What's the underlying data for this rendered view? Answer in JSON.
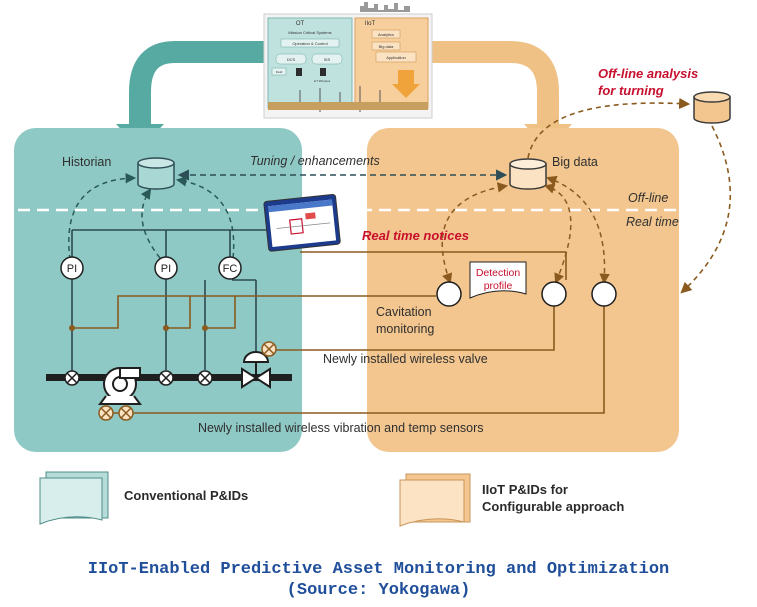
{
  "colors": {
    "conventional_panel": "#8fc9c5",
    "iiot_panel": "#f3c68f",
    "teal_arrow": "#57aaa2",
    "orange_arrow": "#efc184",
    "alert_red": "#c8102e",
    "signal_brown": "#8a5a1e",
    "caption_blue": "#1f4e9a"
  },
  "top_image": {
    "ot_label": "OT",
    "iiot_label": "IIoT",
    "ot_items": [
      "Mission Critical Systems",
      "Operation & Control",
      "DCS",
      "SIS",
      "Field",
      "IoT Wireless"
    ],
    "iiot_items": [
      "Analytics",
      "Big data",
      "Application"
    ]
  },
  "labels": {
    "historian": "Historian",
    "big_data": "Big data",
    "tuning": "Tuning / enhancements",
    "offline_analysis_line1": "Off-line analysis",
    "offline_analysis_line2": "for turning",
    "offline": "Off-line",
    "realtime": "Real time",
    "realtime_notices": "Real time notices",
    "detection_profile_line1": "Detection",
    "detection_profile_line2": "profile",
    "cavitation_line1": "Cavitation",
    "cavitation_line2": "monitoring",
    "wireless_valve": "Newly installed wireless valve",
    "wireless_sensors": "Newly installed wireless vibration and temp sensors"
  },
  "instruments": [
    "PI",
    "PI",
    "FC"
  ],
  "legend": {
    "conventional": "Conventional P&IDs",
    "iiot_line1": "IIoT P&IDs for",
    "iiot_line2": "Configurable approach"
  },
  "caption": {
    "line1": "IIoT-Enabled Predictive Asset Monitoring and Optimization",
    "line2": "(Source: Yokogawa)"
  }
}
